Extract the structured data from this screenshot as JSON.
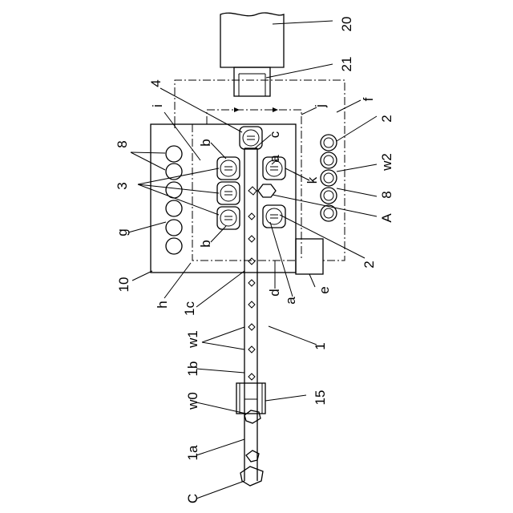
{
  "figure": {
    "labels": {
      "n20": "20",
      "n21": "21",
      "n4": "4",
      "i": "i",
      "j": "j",
      "f": "f",
      "n2_top": "2",
      "n8_left": "8",
      "b_top": "b",
      "c": "c",
      "a_top": "a",
      "w2": "w2",
      "n3": "3",
      "k": "k",
      "n8_right": "8",
      "A": "A",
      "g": "g",
      "b_bottom": "b",
      "n2_bottom": "2",
      "n10": "10",
      "h": "h",
      "n1c": "1c",
      "d": "d",
      "a_bottom": "a",
      "e": "e",
      "w1": "w1",
      "n1b": "1b",
      "n1": "1",
      "w0": "w0",
      "n15": "15",
      "n1a": "1a",
      "C": "C"
    }
  }
}
